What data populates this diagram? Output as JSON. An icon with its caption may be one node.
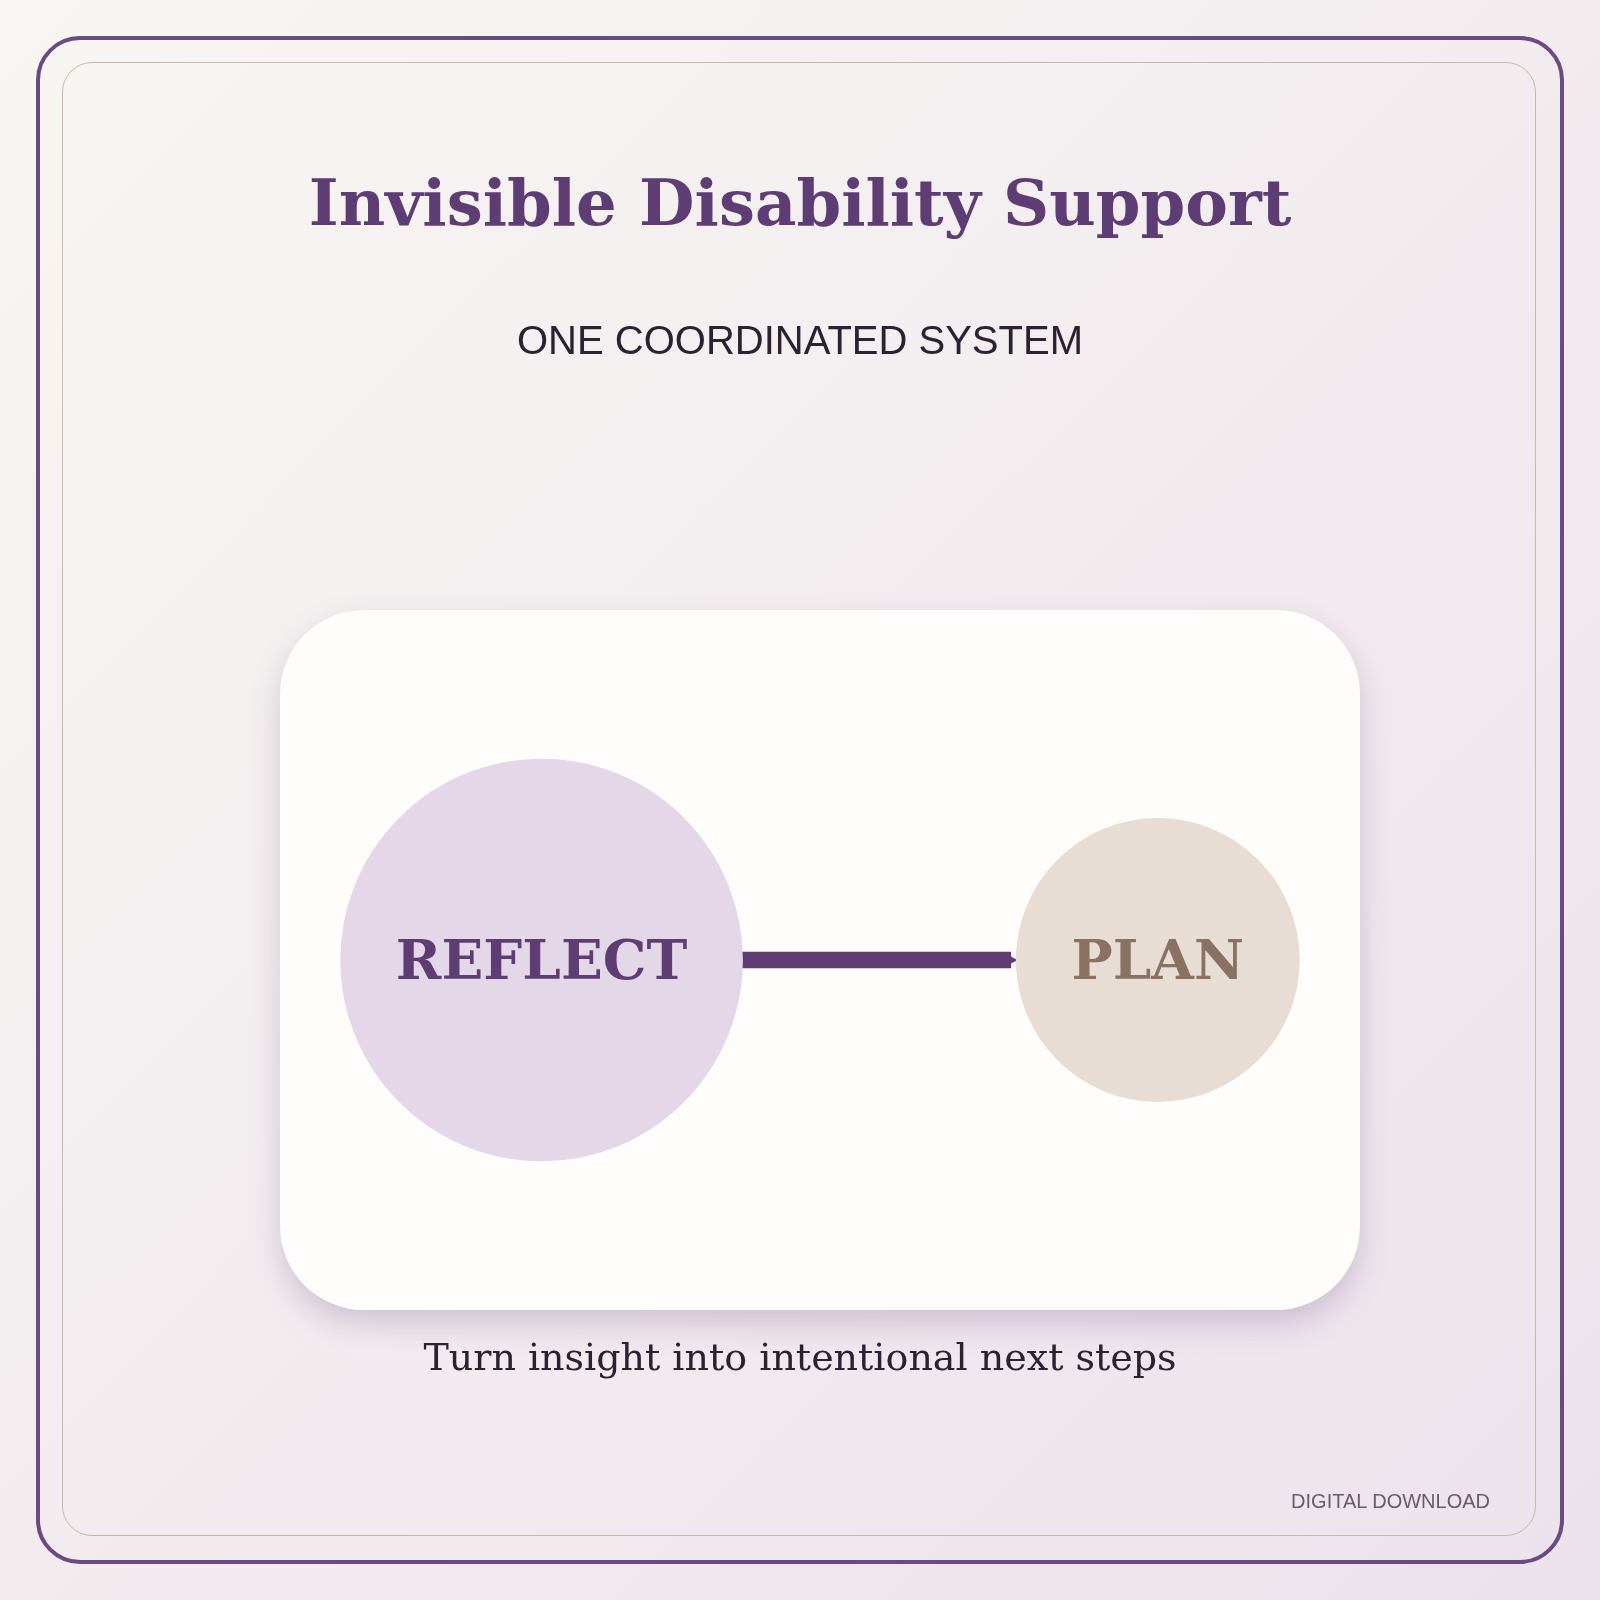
{
  "diagram": {
    "title": "Invisible Disability Support",
    "caption": "Turn insight into intentional next steps",
    "nodes": [
      {
        "text": [
          "REFLECT"
        ]
      },
      {
        "text": [
          "PLAN"
        ]
      }
    ],
    "edges": [
      {
        "from": 0,
        "to": 1,
        "arrow": "to"
      }
    ],
    "labels": [
      "ONE COORDINATED SYSTEM",
      "DIGITAL DOWNLOAD"
    ]
  }
}
